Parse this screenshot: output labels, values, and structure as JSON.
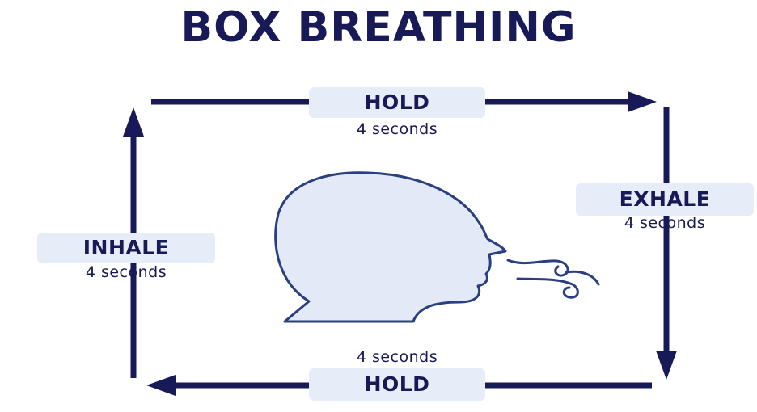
{
  "title": "BOX BREATHING",
  "steps": {
    "top": {
      "label": "HOLD",
      "duration": "4 seconds"
    },
    "right": {
      "label": "EXHALE",
      "duration": "4 seconds"
    },
    "bottom": {
      "label": "HOLD",
      "duration": "4 seconds"
    },
    "left": {
      "label": "INHALE",
      "duration": "4 seconds"
    }
  },
  "colors": {
    "navy": "#171a57",
    "label_bg": "#e7edf8",
    "head_fill": "#e4e9f7",
    "head_stroke": "#2a3f82"
  },
  "icons": {
    "center": "head-exhaling-icon"
  }
}
